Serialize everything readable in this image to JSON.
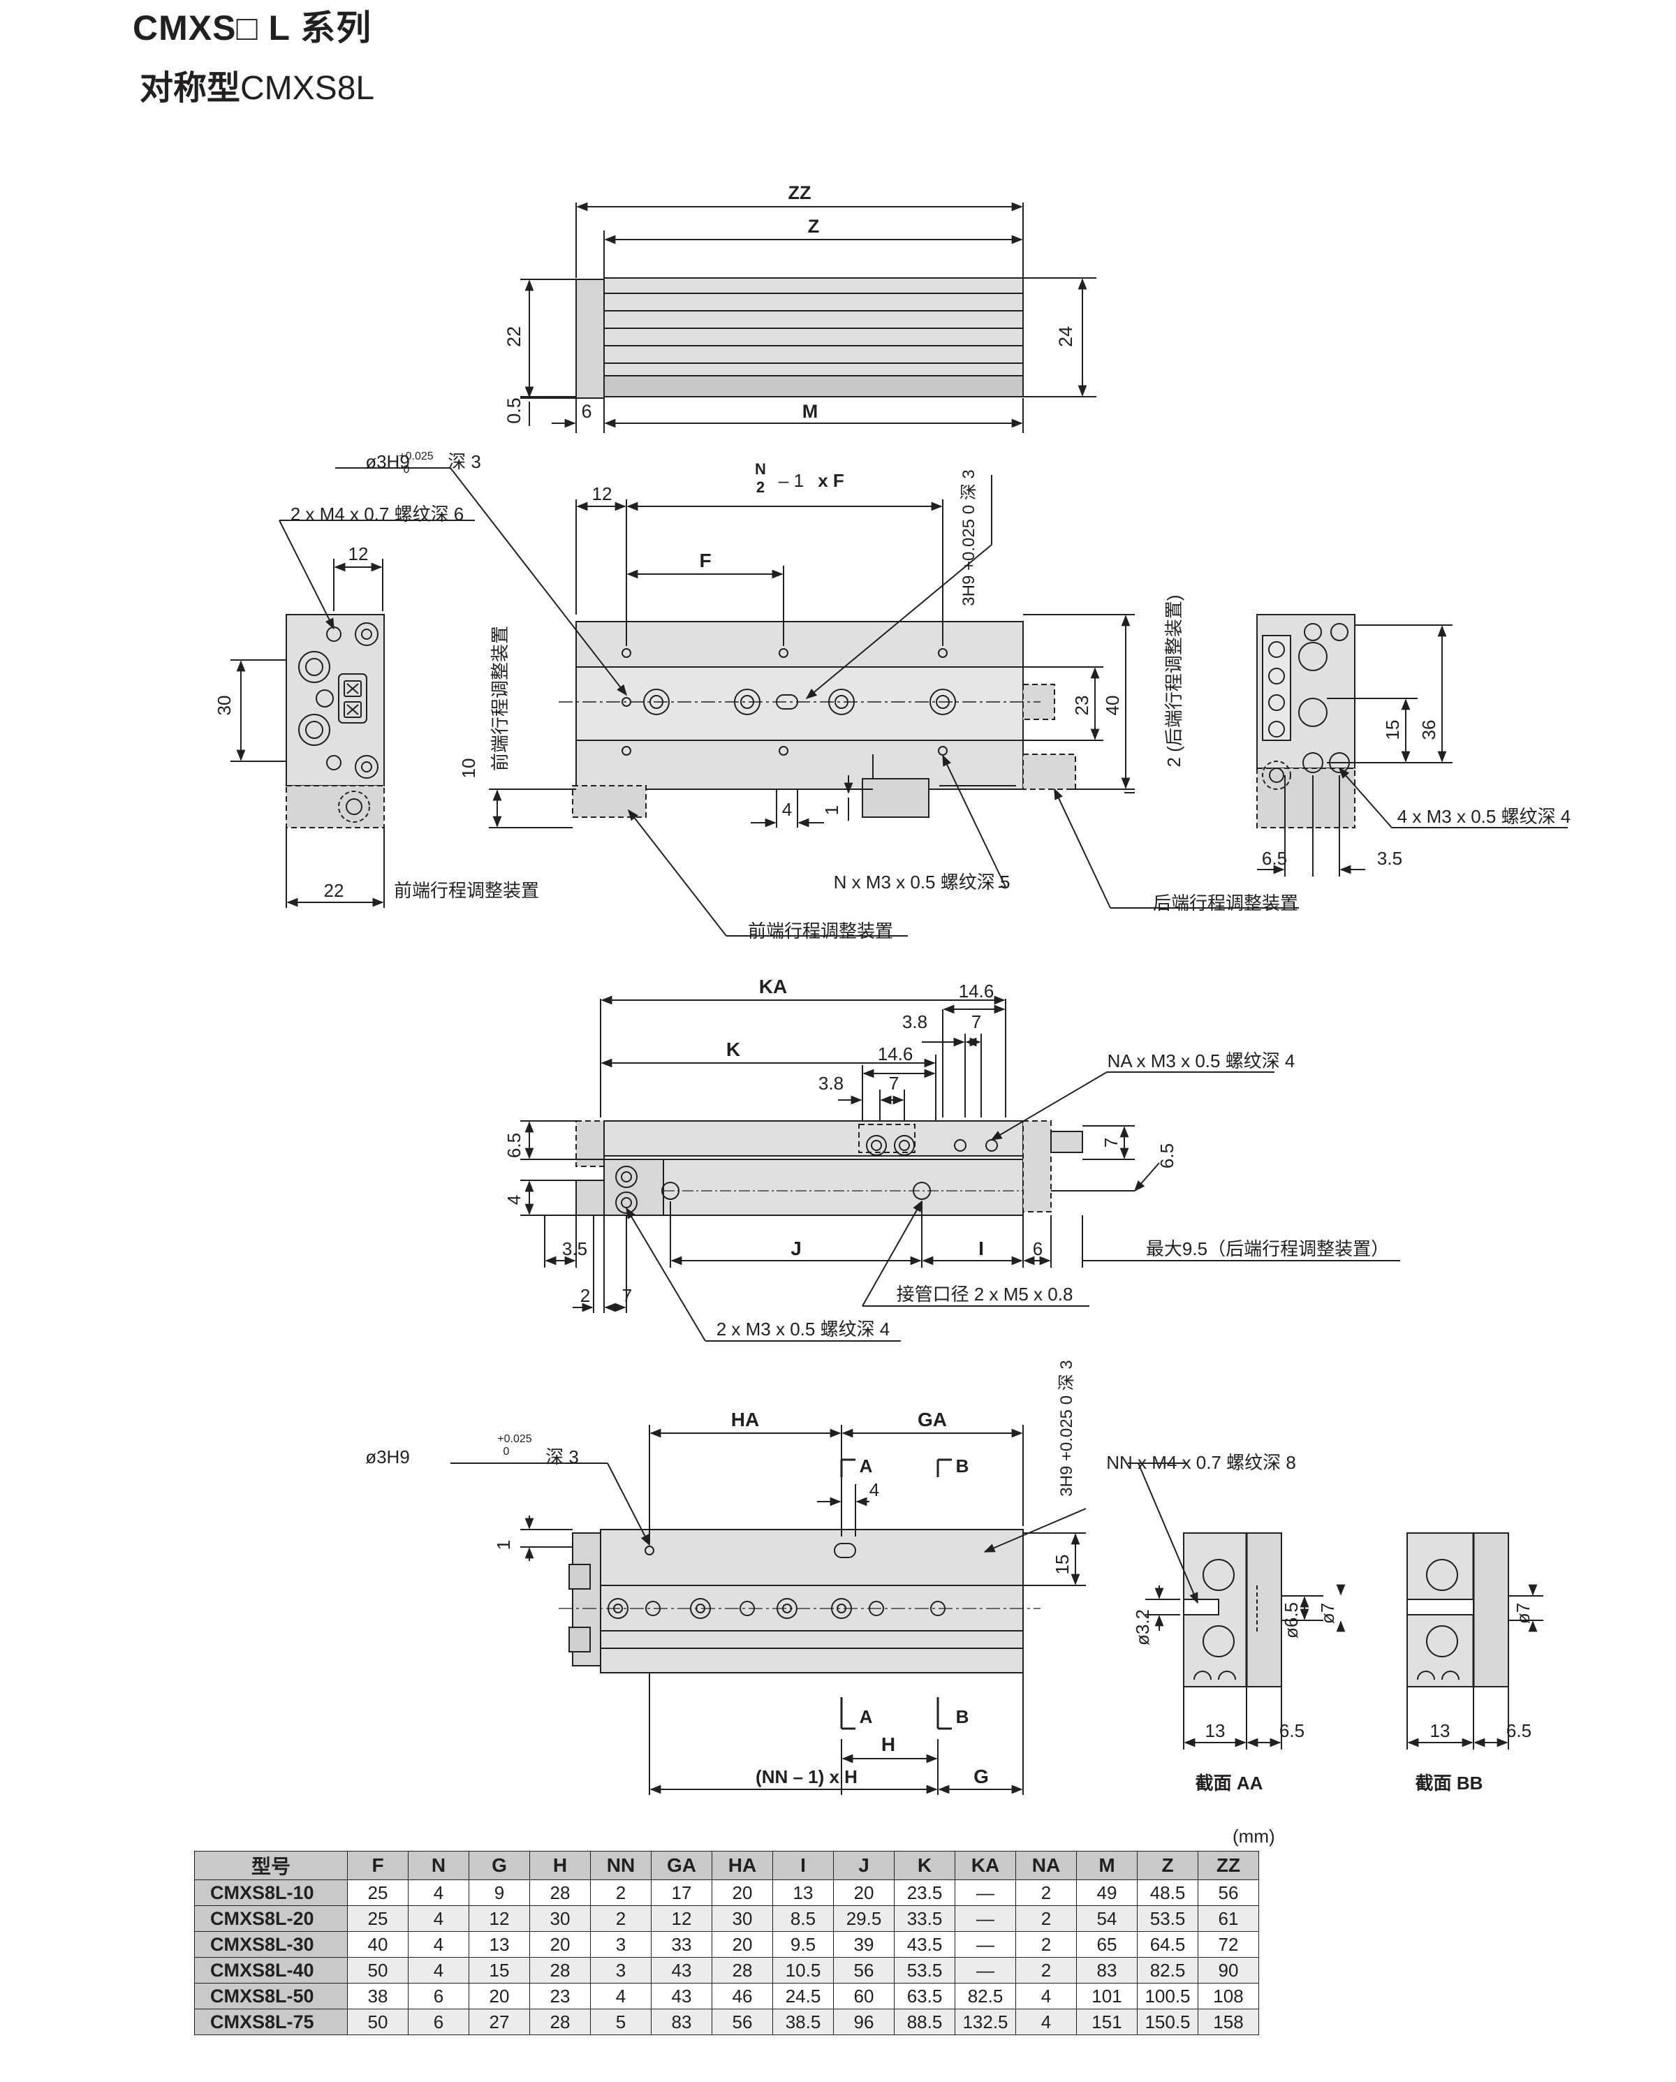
{
  "header": {
    "series": "CMXS□ L 系列",
    "model_prefix": "对称型",
    "model": "CMXS8L"
  },
  "labels": {
    "zz": "ZZ",
    "z": "Z",
    "d22": "22",
    "d24": "24",
    "d05": "0.5",
    "d6": "6",
    "m": "M",
    "n_over_2_formula": "x F",
    "n": "N",
    "two": "2",
    "minus1": "– 1",
    "bore_3h9": "ø3H9",
    "tol_plus": "+0.025",
    "tol_zero": "0",
    "deep3": "深  3",
    "depth3_vertical": "3H9 +0.025 0 深 3",
    "m4_tap": "2 x M4 x 0.7  螺纹深  6",
    "d12": "12",
    "f": "F",
    "d30": "30",
    "d10": "10",
    "d23": "23",
    "d40": "40",
    "d4": "4",
    "d1": "1",
    "front_adjuster_vertical": "前端行程调整装置",
    "rear_adjuster_vertical": "2 (后端行程调整装置)",
    "d36": "36",
    "d15": "15",
    "d6_5": "6.5",
    "d3_5": "3.5",
    "m3_4_tap": "4 x M3 x 0.5  螺纹深  4",
    "front_adjuster": "前端行程调整装置",
    "n_m3_tap": "N x M3 x 0.5  螺纹深  5",
    "rear_adjuster": "后端行程调整装置",
    "ka": "KA",
    "k": "K",
    "d14_6": "14.6",
    "d3_8": "3.8",
    "d7": "7",
    "na_tap": "NA x M3 x 0.5 螺纹深  4",
    "j": "J",
    "i": "I",
    "d2": "2",
    "max_rear": "最大9.5（后端行程调整装置）",
    "port": "接管口径   2 x M5 x 0.8",
    "m3_2_tap": "2 x M3 x 0.5  螺纹深  4",
    "ha": "HA",
    "ga": "GA",
    "a": "A",
    "b": "B",
    "nn_tap": "NN x M4 x 0.7  螺纹深  8",
    "h": "H",
    "g": "G",
    "nn_formula": "(NN – 1) x H",
    "d3_2": "ø3.2",
    "d6_5dia": "ø6.5",
    "d7dia": "ø7",
    "d13": "13",
    "section_aa": "截面 AA",
    "section_bb": "截面 BB"
  },
  "table": {
    "unit": "(mm)",
    "headers": [
      "型号",
      "F",
      "N",
      "G",
      "H",
      "NN",
      "GA",
      "HA",
      "I",
      "J",
      "K",
      "KA",
      "NA",
      "M",
      "Z",
      "ZZ"
    ],
    "rows": [
      [
        "CMXS8L-10",
        "25",
        "4",
        "9",
        "28",
        "2",
        "17",
        "20",
        "13",
        "20",
        "23.5",
        "—",
        "2",
        "49",
        "48.5",
        "56"
      ],
      [
        "CMXS8L-20",
        "25",
        "4",
        "12",
        "30",
        "2",
        "12",
        "30",
        "8.5",
        "29.5",
        "33.5",
        "—",
        "2",
        "54",
        "53.5",
        "61"
      ],
      [
        "CMXS8L-30",
        "40",
        "4",
        "13",
        "20",
        "3",
        "33",
        "20",
        "9.5",
        "39",
        "43.5",
        "—",
        "2",
        "65",
        "64.5",
        "72"
      ],
      [
        "CMXS8L-40",
        "50",
        "4",
        "15",
        "28",
        "3",
        "43",
        "28",
        "10.5",
        "56",
        "53.5",
        "—",
        "2",
        "83",
        "82.5",
        "90"
      ],
      [
        "CMXS8L-50",
        "38",
        "6",
        "20",
        "23",
        "4",
        "43",
        "46",
        "24.5",
        "60",
        "63.5",
        "82.5",
        "4",
        "101",
        "100.5",
        "108"
      ],
      [
        "CMXS8L-75",
        "50",
        "6",
        "27",
        "28",
        "5",
        "83",
        "56",
        "38.5",
        "96",
        "88.5",
        "132.5",
        "4",
        "151",
        "150.5",
        "158"
      ]
    ]
  }
}
